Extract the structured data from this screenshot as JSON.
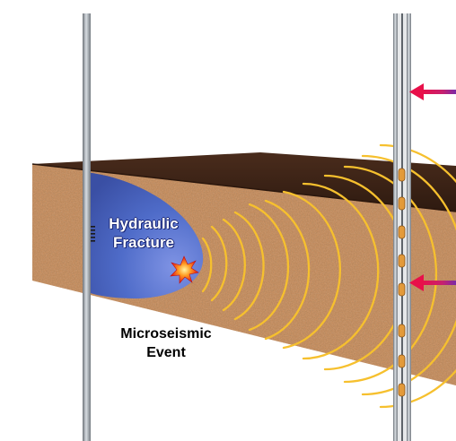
{
  "labels": {
    "fracture_line1": "Hydraulic",
    "fracture_line2": "Fracture",
    "event_line1": "Microseismic",
    "event_line2": "Event"
  },
  "colors": {
    "rock_face": "#c08a5e",
    "rock_top": "#3a2216",
    "fracture": "#4a6ac8",
    "wavefront": "#f5c030",
    "well_casing": "#8e959c",
    "arrow_start": "#7a2aa8",
    "arrow_end": "#e8104a"
  },
  "icons": [
    "microseismic-event-starburst-icon",
    "perforation-marks-icon",
    "geophone-receiver-icon",
    "injection-arrow-icon"
  ]
}
